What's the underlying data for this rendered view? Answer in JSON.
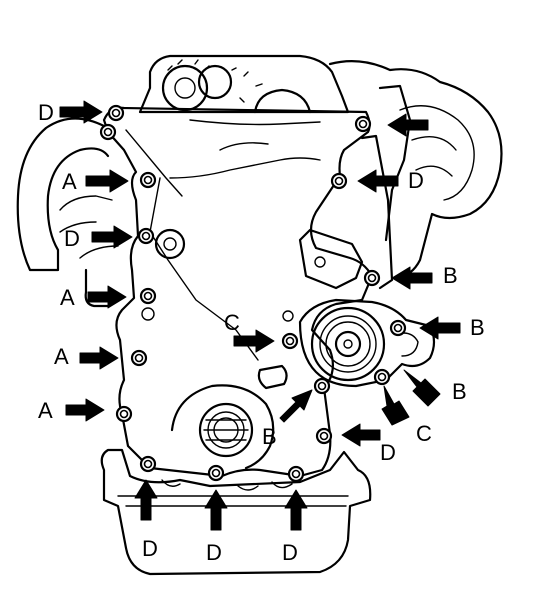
{
  "figure": {
    "bolt_groups": [
      {
        "id": "A"
      },
      {
        "id": "B"
      },
      {
        "id": "C"
      },
      {
        "id": "D"
      }
    ],
    "labels": [
      {
        "text": "D",
        "group": "D"
      },
      {
        "text": "A",
        "group": "A"
      },
      {
        "text": "D",
        "group": "D"
      },
      {
        "text": "D",
        "group": "D"
      },
      {
        "text": "A",
        "group": "A"
      },
      {
        "text": "B",
        "group": "B"
      },
      {
        "text": "C",
        "group": "C"
      },
      {
        "text": "B",
        "group": "B"
      },
      {
        "text": "A",
        "group": "A"
      },
      {
        "text": "B",
        "group": "B"
      },
      {
        "text": "A",
        "group": "A"
      },
      {
        "text": "B",
        "group": "B"
      },
      {
        "text": "C",
        "group": "C"
      },
      {
        "text": "D",
        "group": "D"
      },
      {
        "text": "D",
        "group": "D"
      },
      {
        "text": "D",
        "group": "D"
      },
      {
        "text": "D",
        "group": "D"
      }
    ]
  }
}
